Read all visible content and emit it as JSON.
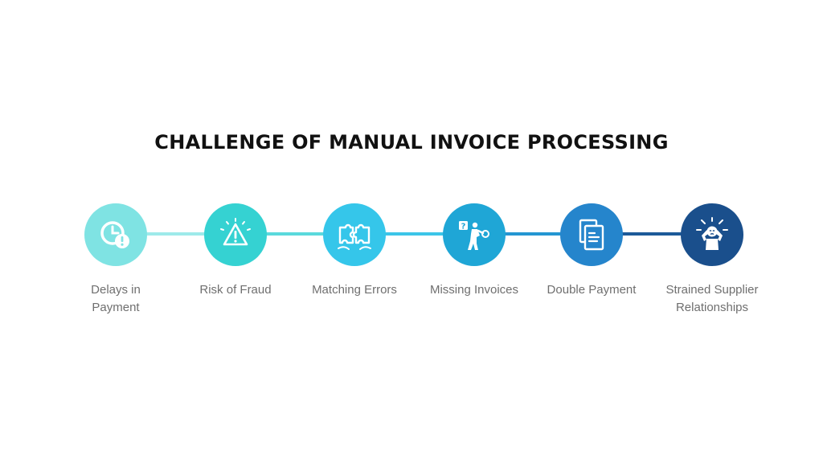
{
  "title": "CHALLENGE OF MANUAL INVOICE PROCESSING",
  "steps": [
    {
      "label": "Delays in Payment",
      "icon": "clock-alert-icon",
      "color": "#7fe3e3"
    },
    {
      "label": "Risk of Fraud",
      "icon": "warning-icon",
      "color": "#35d2d2"
    },
    {
      "label": "Matching Errors",
      "icon": "puzzle-icon",
      "color": "#35c6ea"
    },
    {
      "label": "Missing Invoices",
      "icon": "person-searching-icon",
      "color": "#1fa6d6"
    },
    {
      "label": "Double Payment",
      "icon": "documents-icon",
      "color": "#2585cc"
    },
    {
      "label": "Strained Supplier Relationships",
      "icon": "stressed-person-icon",
      "color": "#1a4f8c"
    }
  ],
  "connector_colors": [
    "#9eeaea",
    "#5ad9dc",
    "#3cc5e8",
    "#2496d2",
    "#1d5a99"
  ]
}
